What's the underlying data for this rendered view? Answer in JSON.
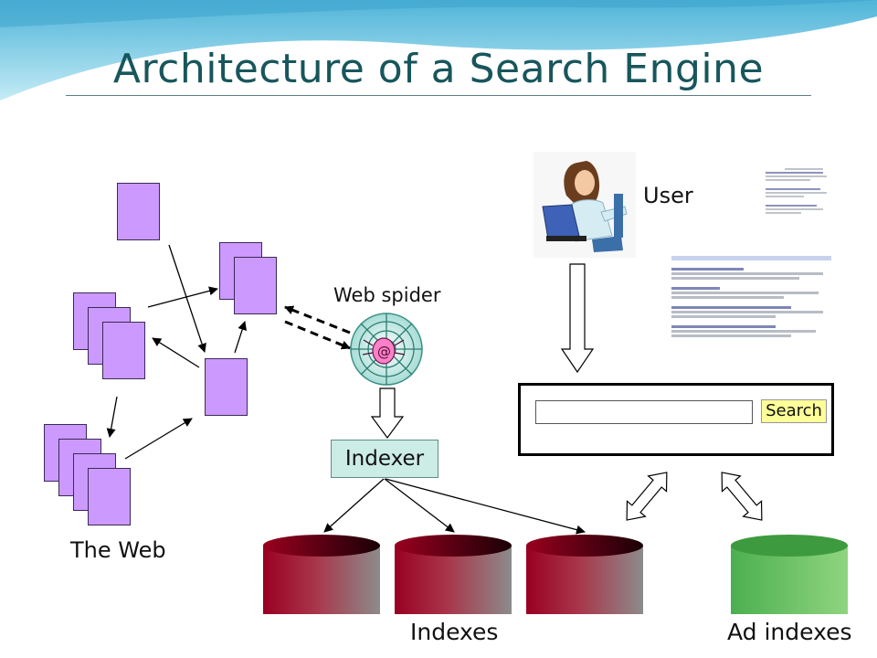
{
  "title": "Architecture of a Search Engine",
  "labels": {
    "the_web": "The Web",
    "web_spider": "Web spider",
    "indexer": "Indexer",
    "user": "User",
    "indexes": "Indexes",
    "ad_indexes": "Ad indexes"
  },
  "search": {
    "input_value": "",
    "button_label": "Search"
  },
  "colors": {
    "title": "#17565c",
    "web_page": "#cc99ff",
    "indexer_fill": "#ccece6",
    "index_cylinder": "#990022",
    "ad_index_cylinder": "#4caf50",
    "search_button": "#ffff99"
  },
  "icons": {
    "user": "user-at-computer-icon",
    "spider": "spider-web-icon"
  }
}
